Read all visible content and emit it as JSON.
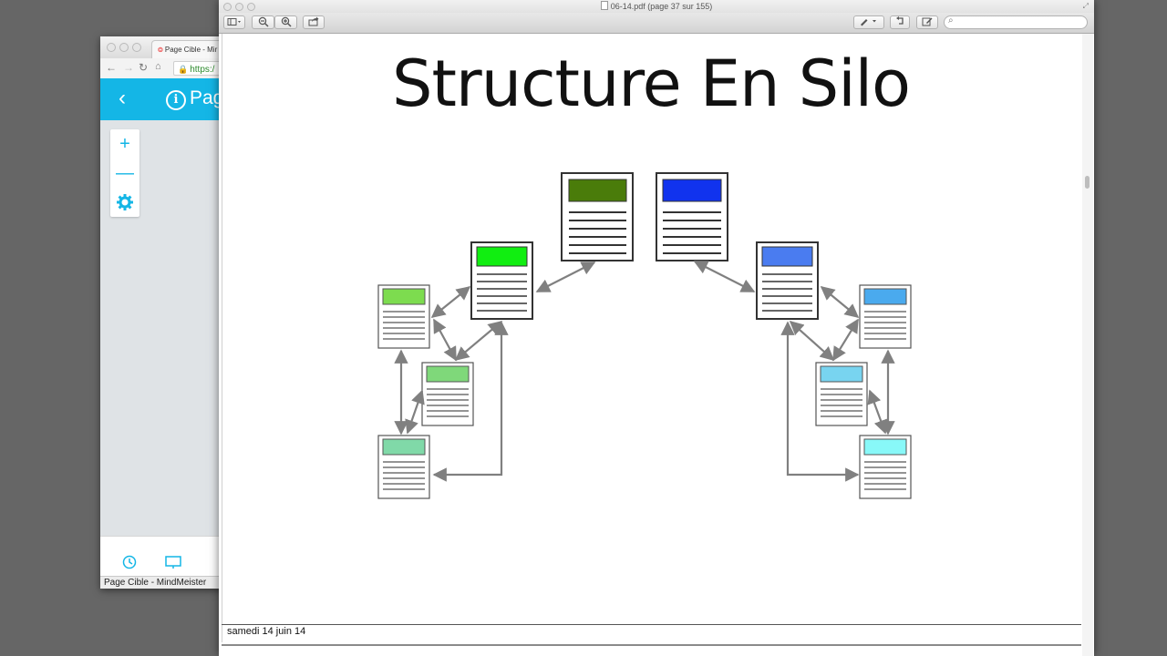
{
  "browser": {
    "tab_title": "Page Cible - Mir",
    "url_text": "https:/",
    "app_title": "Page",
    "status_text": "Page Cible - MindMeister",
    "zoom_in": "+",
    "zoom_out": "—",
    "settings_icon": "gear-icon"
  },
  "pdf_viewer": {
    "window_title": "06-14.pdf (page 37 sur 155)",
    "search": {
      "placeholder": ""
    }
  },
  "slide": {
    "title": "Structure En Silo",
    "footer": "samedi 14 juin 14",
    "colors": {
      "green_dark": "#4a7c0a",
      "green_bright": "#11ee11",
      "green_light": "#7ddc4f",
      "green_mid": "#7fd87a",
      "green_teal": "#80d9a8",
      "blue_dark": "#1133ee",
      "blue_mid": "#4a7cf0",
      "blue_sky": "#4aaaee",
      "blue_light": "#78d4f0",
      "cyan": "#88f8f8",
      "arrow": "#808080"
    }
  }
}
